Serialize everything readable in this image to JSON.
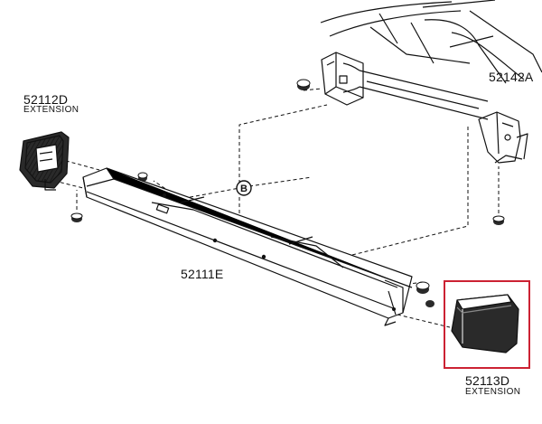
{
  "parts": {
    "ext_left": {
      "number": "52112D",
      "name": "EXTENSION"
    },
    "bracket": {
      "number": "52142A"
    },
    "bumper_bar": {
      "number": "52111E"
    },
    "ext_right": {
      "number": "52113D",
      "name": "EXTENSION"
    }
  },
  "callouts": {
    "ref_b": "B"
  },
  "colors": {
    "highlight": "#cc2233",
    "line": "#111111",
    "fill_dark": "#2a2a2a"
  }
}
